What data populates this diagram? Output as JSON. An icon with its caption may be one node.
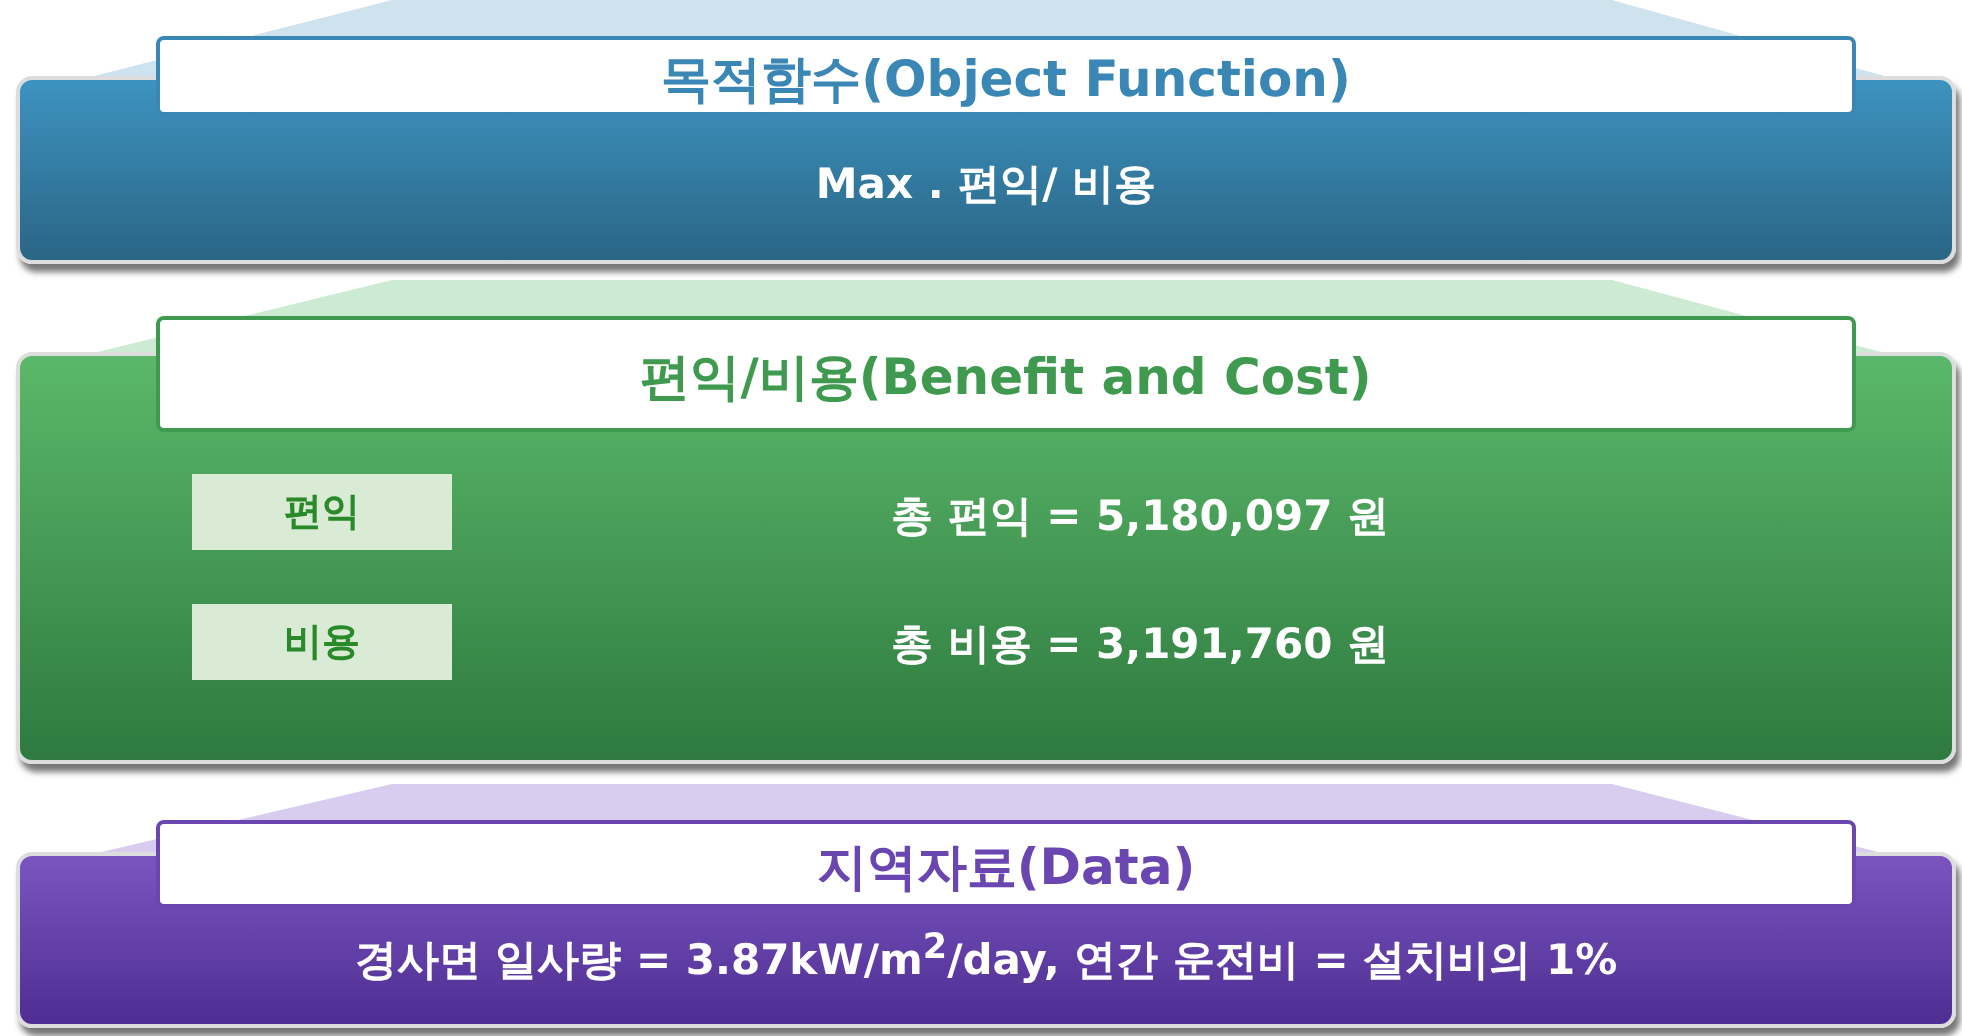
{
  "diagram": {
    "nodes": [
      {
        "text": [
          "목적함수(Object Function)",
          "Max .  편익/ 비용"
        ]
      },
      {
        "text": [
          "편익/비용(Benefit and Cost)",
          "총 편익 = 5,180,097 원",
          "총 비용 = 3,191,760 원"
        ]
      },
      {
        "text": [
          "편익"
        ],
        "in": 1
      },
      {
        "text": [
          "비용"
        ],
        "in": 1
      },
      {
        "text": [
          "지역자료(Data)",
          "경사면 일사량 = 3.87kW/m$^{2}$/day, 연간 운전비 = 설치비의 1%"
        ]
      }
    ]
  }
}
